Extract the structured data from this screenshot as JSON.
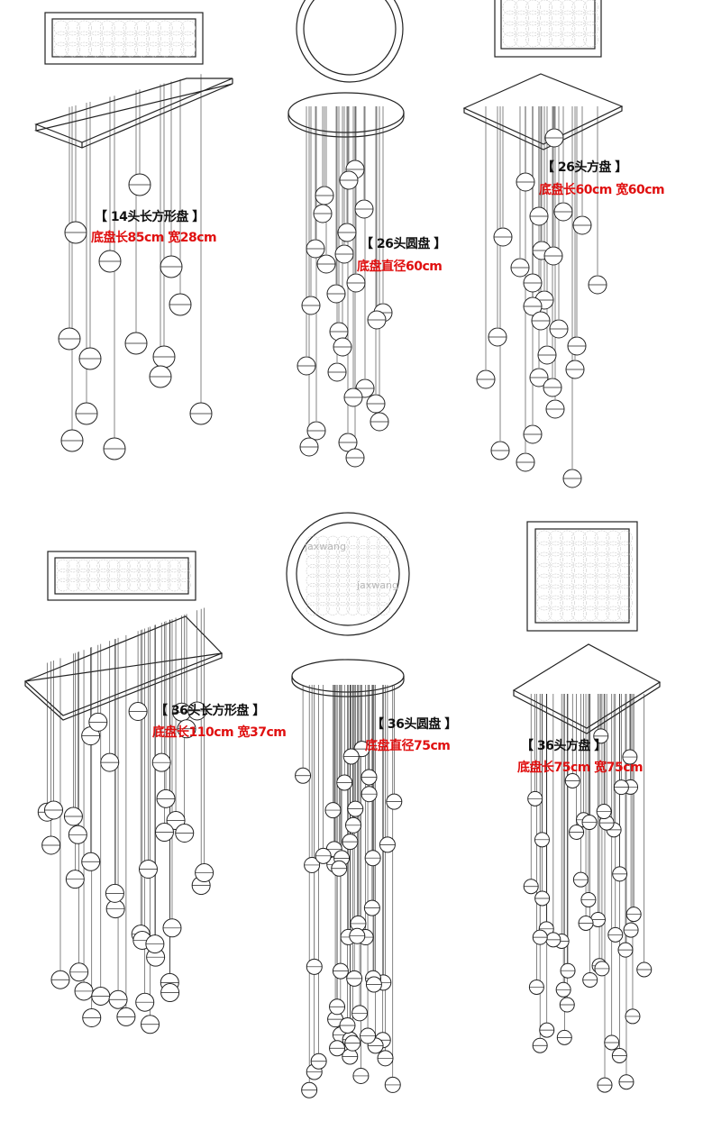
{
  "colors": {
    "line": "#222222",
    "title_text": "#111111",
    "dimension_text": "#e01010",
    "watermark": "#b8b8b8",
    "ball_fill": "#ffffff"
  },
  "models": [
    {
      "title": "【 14头长方形盘 】",
      "dimensions": "底盘长85cm 宽28cm",
      "heads": 14,
      "shape": "rectangle"
    },
    {
      "title": "【 26头圆盘 】",
      "dimensions": "底盘直径60cm",
      "heads": 26,
      "shape": "round"
    },
    {
      "title": "【 26头方盘 】",
      "dimensions": "底盘长60cm 宽60cm",
      "heads": 26,
      "shape": "square"
    },
    {
      "title": "【 36头长方形盘 】",
      "dimensions": "底盘长110cm 宽37cm",
      "heads": 36,
      "shape": "rectangle"
    },
    {
      "title": "【 36头圆盘 】",
      "dimensions": "底盘直径75cm",
      "heads": 36,
      "shape": "round"
    },
    {
      "title": "【 36头方盘 】",
      "dimensions": "底盘长75cm 宽75cm",
      "heads": 36,
      "shape": "square"
    }
  ],
  "watermark": {
    "text_1": "jaxwang",
    "text_2": "jaxwang"
  }
}
